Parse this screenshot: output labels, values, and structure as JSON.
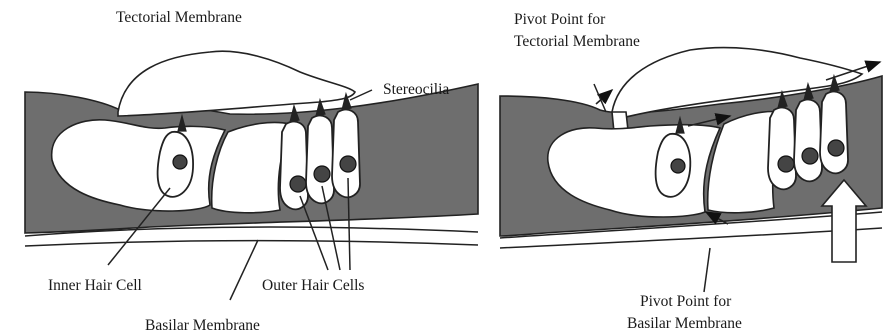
{
  "left_panel": {
    "tectorial_membrane": "Tectorial Membrane",
    "stereocilia": "Stereocilia",
    "inner_hair_cell": "Inner Hair Cell",
    "outer_hair_cells": "Outer Hair Cells",
    "basilar_membrane": "Basilar Membrane"
  },
  "right_panel": {
    "pivot_tectorial_line1": "Pivot Point for",
    "pivot_tectorial_line2": "Tectorial Membrane",
    "pivot_basilar_line1": "Pivot Point for",
    "pivot_basilar_line2": "Basilar Membrane"
  },
  "colors": {
    "tissue": "#6e6e6e",
    "outline": "#222222",
    "nucleus": "#444444",
    "background": "#ffffff"
  }
}
